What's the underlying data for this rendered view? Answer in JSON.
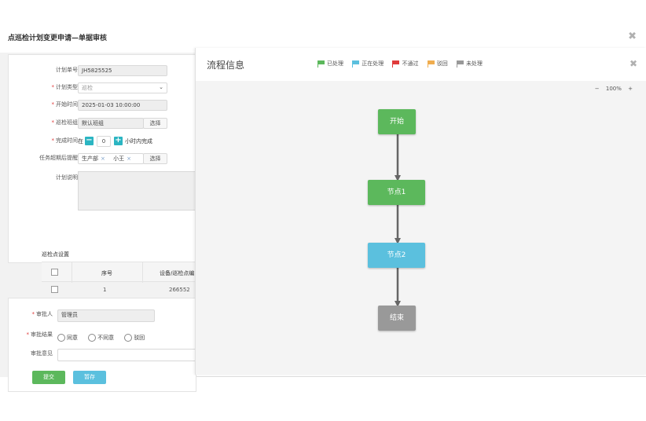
{
  "dialog": {
    "title": "点巡检计划变更申请—单据审核",
    "close_glyph": "✖"
  },
  "form": {
    "plan_no": {
      "label": "计划单号",
      "value": "JH5825525"
    },
    "plan_type": {
      "label": "计划类型",
      "value": "巡检"
    },
    "start_time": {
      "label": "开始时间",
      "value": "2025-01-03 10:00:00"
    },
    "team": {
      "label": "巡检班组",
      "value": "默认班组",
      "choose": "选择"
    },
    "finish_time": {
      "label": "完成时间",
      "prefix": "在",
      "minus": "−",
      "value": "0",
      "plus": "+",
      "suffix": "小时内完成"
    },
    "overdue_remind": {
      "label": "任务超期后提醒",
      "tags": [
        "生产部",
        "小王"
      ],
      "tag_close": "×",
      "choose": "选择"
    },
    "plan_desc": {
      "label": "计划说明"
    }
  },
  "inspection": {
    "section_title": "巡检点设置",
    "headers": [
      "序号",
      "设备/巡检点编"
    ],
    "row_partial": [
      "1",
      "266552"
    ]
  },
  "approval": {
    "approver": {
      "label": "审批人",
      "value": "管理员"
    },
    "result": {
      "label": "审批结果",
      "options": [
        "同意",
        "不同意",
        "驳回"
      ]
    },
    "opinion": {
      "label": "审批意见"
    },
    "submit_label": "提交",
    "save_label": "暂存"
  },
  "flow": {
    "title": "流程信息",
    "close_glyph": "✖",
    "legend": [
      {
        "label": "已处理",
        "color": "#5cb85c"
      },
      {
        "label": "正在处理",
        "color": "#5bc0de"
      },
      {
        "label": "不通过",
        "color": "#e03b3b"
      },
      {
        "label": "驳回",
        "color": "#f0ad4e"
      },
      {
        "label": "未处理",
        "color": "#999999"
      }
    ],
    "zoom": {
      "minus": "−",
      "level": "100%",
      "plus": "+"
    },
    "nodes": [
      {
        "label": "开始",
        "color": "#5cb85c",
        "status": "已处理"
      },
      {
        "label": "节点1",
        "color": "#5cb85c",
        "status": "已处理"
      },
      {
        "label": "节点2",
        "color": "#5bc0de",
        "status": "正在处理"
      },
      {
        "label": "结束",
        "color": "#999999",
        "status": "未处理"
      }
    ]
  }
}
